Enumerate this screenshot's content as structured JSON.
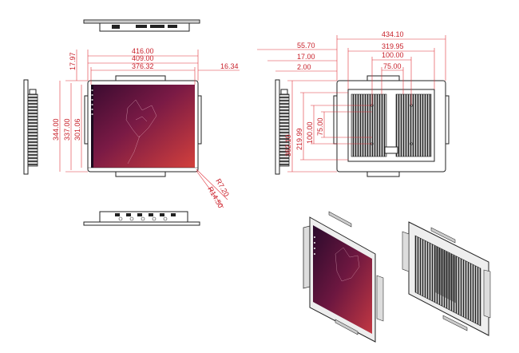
{
  "front": {
    "dims": {
      "w416": "416.00",
      "w409": "409.00",
      "w376": "376.32",
      "d16": "16.34",
      "d17": "17.97",
      "h344": "344.00",
      "h337": "337.00",
      "h301": "301.06",
      "r7": "R7.20",
      "r14": "R14.50"
    }
  },
  "back": {
    "dims": {
      "w434": "434.10",
      "w319": "319.95",
      "w100": "100.00",
      "w75": "75.00",
      "d55": "55.70",
      "d17": "17.00",
      "d2": "2.00",
      "h362": "362.10",
      "h219": "219.99",
      "h100": "100.00",
      "h75": "75.00"
    }
  },
  "colors": {
    "dimension": "#c8202a",
    "screen_dark": "#2a0b2e",
    "screen_warm": "#b5234b"
  }
}
